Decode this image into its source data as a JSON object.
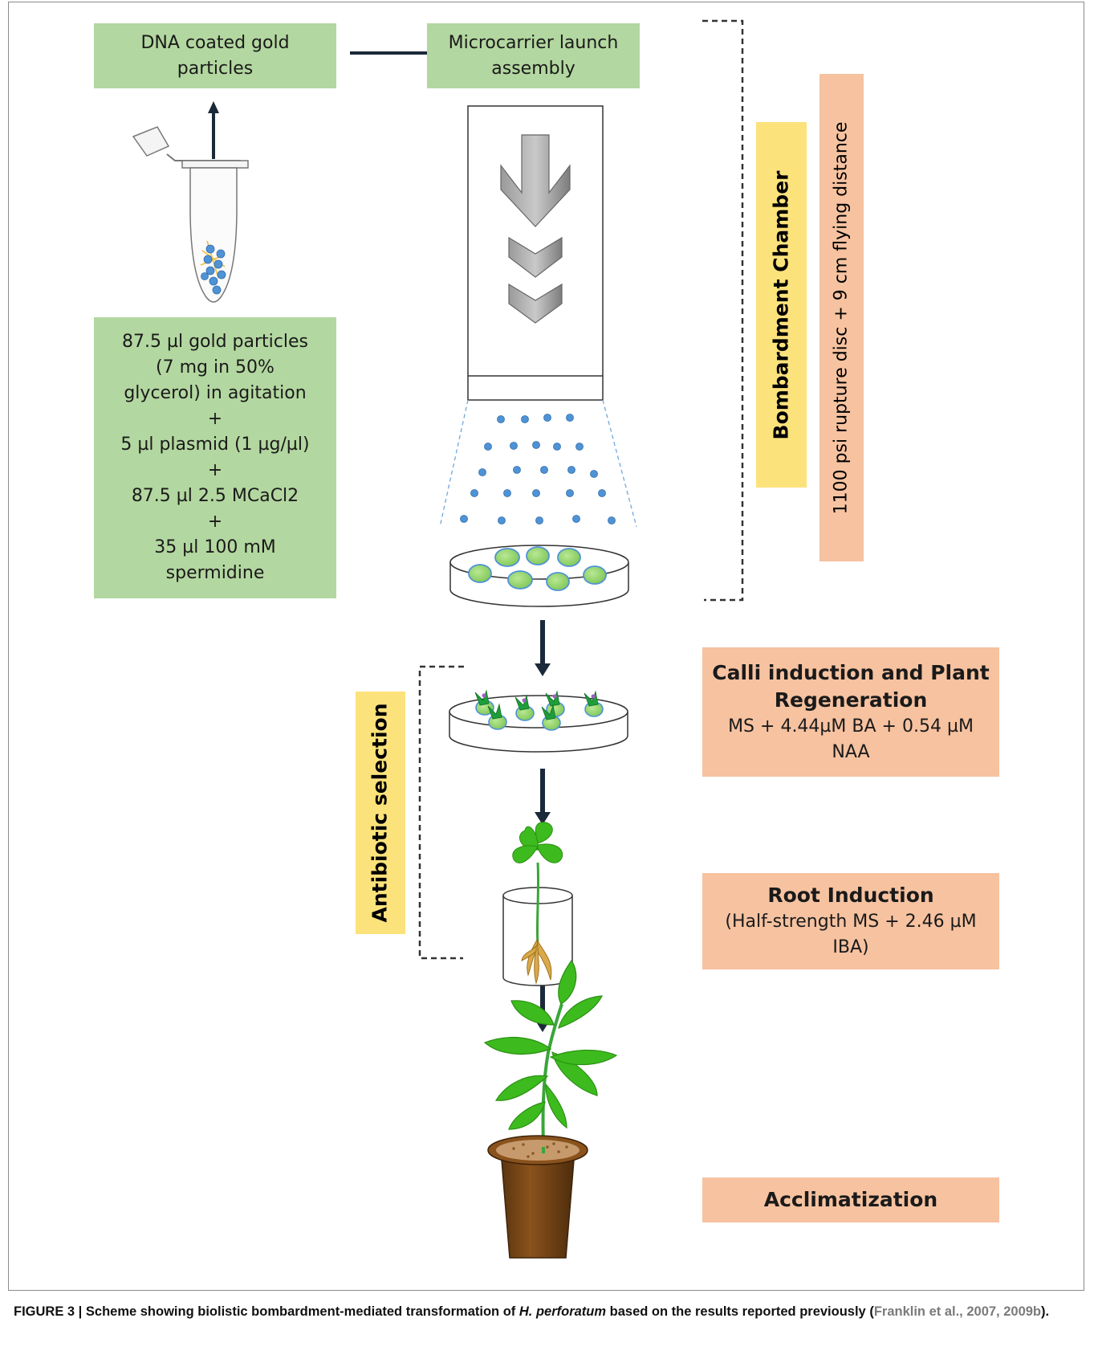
{
  "boxes": {
    "dna_coated": [
      "DNA coated gold",
      "particles"
    ],
    "microcarrier": [
      "Microcarrier launch",
      "assembly"
    ],
    "recipe": [
      "87.5 µl gold particles",
      "(7 mg in 50%",
      "glycerol) in agitation",
      "+",
      "5 µl plasmid (1 µg/µl)",
      "+",
      "87.5 µl 2.5 MCaCl2",
      "+",
      "35 µl 100 mM",
      "spermidine"
    ],
    "bombardment_chamber": "Bombardment Chamber",
    "rupture_disc": "1100 psi rupture disc + 9 cm flying distance",
    "calli": {
      "title": [
        "Calli induction and Plant",
        "Regeneration"
      ],
      "detail": [
        "MS + 4.44µM BA + 0.54 µM",
        "NAA"
      ]
    },
    "antibiotic_selection": "Antibiotic selection",
    "root": {
      "title": "Root Induction",
      "detail": [
        "(Half-strength MS + 2.46 µM",
        "IBA)"
      ]
    },
    "acclimatization": "Acclimatization"
  },
  "caption": {
    "label": "FIGURE 3 | ",
    "text_before_italic": "Scheme showing biolistic bombardment-mediated transformation of ",
    "italic": "H. perforatum",
    "text_after_italic": " based on the results reported previously (",
    "reference": "Franklin et al., 2007, 2009b",
    "closing": ")."
  },
  "icons": [
    "microcentrifuge-tube-icon",
    "gene-gun-chamber-icon",
    "petri-dish-icon",
    "callus-dish-icon",
    "plantlet-jar-icon",
    "potted-plant-icon"
  ],
  "colors": {
    "green_box": "#b3d7a0",
    "salmon_box": "#f6c2a0",
    "yellow_box": "#fce27b",
    "particle": "#4f93d6",
    "callus": "#8fd16a",
    "leaf": "#3dbb1e",
    "arrow": "#1b2a3a"
  }
}
